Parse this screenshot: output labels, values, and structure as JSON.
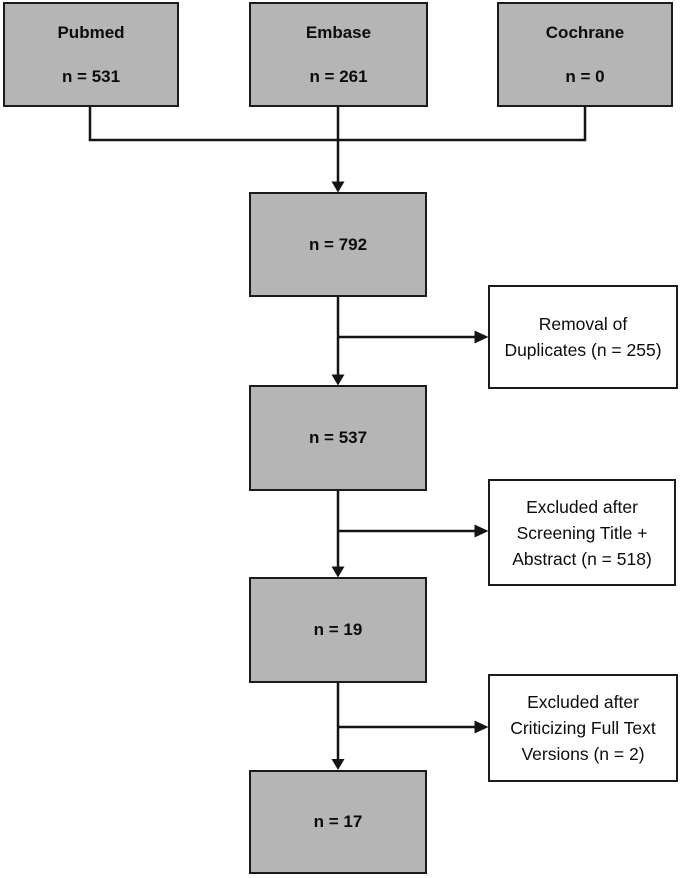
{
  "colors": {
    "background": "#ffffff",
    "box_fill": "#b5b5b5",
    "box_border": "#1b1b1b",
    "side_box_fill": "#ffffff",
    "line": "#141414",
    "text": "#0c0c0c"
  },
  "sources": [
    {
      "label": "Pubmed",
      "count": "n = 531"
    },
    {
      "label": "Embase",
      "count": "n = 261"
    },
    {
      "label": "Cochrane",
      "count": "n = 0"
    }
  ],
  "stages": [
    {
      "count": "n = 792"
    },
    {
      "count": "n = 537"
    },
    {
      "count": "n = 19"
    },
    {
      "count": "n = 17"
    }
  ],
  "exclusions": [
    {
      "lines": [
        "Removal of",
        "Duplicates (n = 255)",
        ""
      ]
    },
    {
      "lines": [
        "Excluded after",
        "Screening Title +",
        "Abstract (n = 518)"
      ]
    },
    {
      "lines": [
        "Excluded after",
        "Criticizing Full Text",
        "Versions (n = 2)"
      ]
    }
  ]
}
